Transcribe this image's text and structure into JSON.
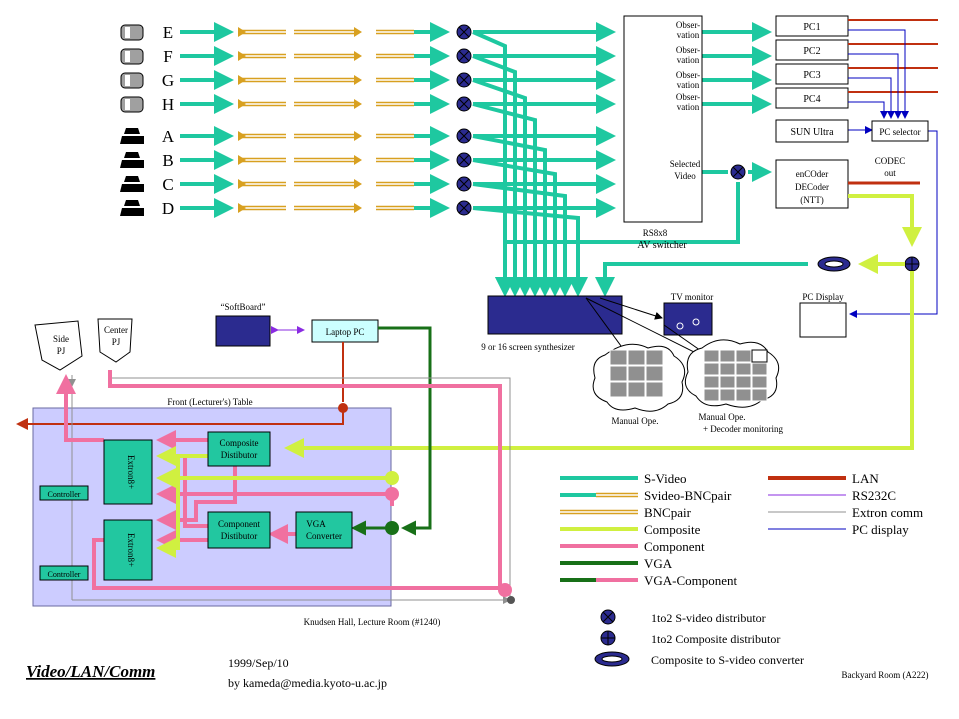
{
  "cameras": [
    "E",
    "F",
    "G",
    "H",
    "A",
    "B",
    "C",
    "D"
  ],
  "switcher": {
    "observation_label": [
      "Obser-",
      "vation"
    ],
    "selected_video": [
      "Selected",
      "Video"
    ],
    "caption": [
      "RS8x8",
      "AV switcher"
    ]
  },
  "pcs": [
    "PC1",
    "PC2",
    "PC3",
    "PC4"
  ],
  "sun_ultra": "SUN Ultra",
  "pc_selector": "PC selector",
  "codec": [
    "enCOder",
    "DECoder",
    "(NTT)"
  ],
  "codec_out": [
    "CODEC",
    "out"
  ],
  "tv_monitor": "TV monitor",
  "pc_display": "PC Display",
  "synthesizer": "9 or 16 screen synthesizer",
  "manual_ope": "Manual Ope.",
  "manual_ope_decoder": [
    "Manual Ope.",
    "+ Decoder monitoring"
  ],
  "softboard": "“SoftBoard”",
  "laptop": "Laptop PC",
  "side_pj": [
    "Side",
    "PJ"
  ],
  "center_pj": [
    "Center",
    "PJ"
  ],
  "front_table": "Front (Lecturer's) Table",
  "composite_distributor": [
    "Composite",
    "Distibutor"
  ],
  "component_distributor": [
    "Component",
    "Distibutor"
  ],
  "vga_converter": [
    "VGA",
    "Converter"
  ],
  "extron": "Extron8+",
  "controller": "Controller",
  "room_caption": "Knudsen Hall, Lecture Room (#1240)",
  "legend": [
    {
      "label": "S-Video",
      "color": "#1ec8a0",
      "style": "solid"
    },
    {
      "label": "Svideo-BNCpair",
      "color": "#1ec8a0",
      "style": "split-bnc"
    },
    {
      "label": "BNCpair",
      "color": "#d8a020",
      "style": "bnc"
    },
    {
      "label": "Composite",
      "color": "#d0f040",
      "style": "solid"
    },
    {
      "label": "Component",
      "color": "#f070a0",
      "style": "solid"
    },
    {
      "label": "VGA",
      "color": "#187018",
      "style": "solid"
    },
    {
      "label": "VGA-Component",
      "color": "#187018",
      "style": "split-comp"
    },
    {
      "label": "LAN",
      "color": "#c03010",
      "style": "solid"
    },
    {
      "label": "RS232C",
      "color": "#8a2be2",
      "style": "thin"
    },
    {
      "label": "Extron comm",
      "color": "#909090",
      "style": "thin"
    },
    {
      "label": "PC display",
      "color": "#0000c0",
      "style": "thin"
    }
  ],
  "symbols": [
    {
      "label": "1to2 S-video distributor",
      "icon": "x-circle"
    },
    {
      "label": "1to2 Composite distributor",
      "icon": "plus-circle"
    },
    {
      "label": "Composite to S-video converter",
      "icon": "ring"
    }
  ],
  "title": "Video/LAN/Comm",
  "date": "1999/Sep/10",
  "author": "by kameda@media.kyoto-u.ac.jp",
  "backyard": "Backyard Room (A222)",
  "colors": {
    "svideo": "#1ec8a0",
    "bnc": "#d8a020",
    "composite": "#d0f040",
    "component": "#f070a0",
    "vga": "#187018",
    "lan": "#c03010",
    "rs232c": "#8a2be2",
    "extron": "#909090",
    "pcdisp": "#0000c0",
    "navy": "#2b2b8f",
    "teal_box": "#22c7a0",
    "room_bg": "#ccccff"
  }
}
